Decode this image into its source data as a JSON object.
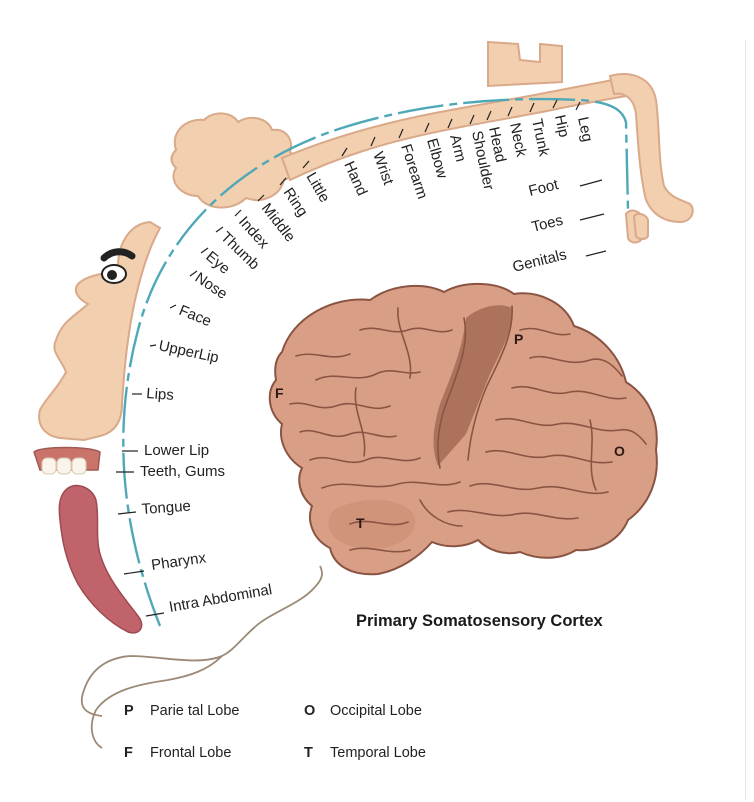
{
  "title": "Primary Somatosensory Cortex",
  "body_part_labels": [
    {
      "id": "leg",
      "text": "Leg"
    },
    {
      "id": "hip",
      "text": "Hip"
    },
    {
      "id": "trunk",
      "text": "Trunk"
    },
    {
      "id": "neck",
      "text": "Neck"
    },
    {
      "id": "head",
      "text": "Head"
    },
    {
      "id": "shoulder",
      "text": "Shoulder"
    },
    {
      "id": "arm",
      "text": "Arm"
    },
    {
      "id": "elbow",
      "text": "Elbow"
    },
    {
      "id": "forearm",
      "text": "Forearm"
    },
    {
      "id": "wrist",
      "text": "Wrist"
    },
    {
      "id": "hand",
      "text": "Hand"
    },
    {
      "id": "little",
      "text": "Little"
    },
    {
      "id": "ring",
      "text": "Ring"
    },
    {
      "id": "middle",
      "text": "Middle"
    },
    {
      "id": "index",
      "text": "Index"
    },
    {
      "id": "thumb",
      "text": "Thumb"
    },
    {
      "id": "eye",
      "text": "Eye"
    },
    {
      "id": "nose",
      "text": "Nose"
    },
    {
      "id": "face",
      "text": "Face"
    },
    {
      "id": "upper-lip",
      "text": "UpperLip"
    },
    {
      "id": "lips",
      "text": "Lips"
    },
    {
      "id": "lower-lip",
      "text": "Lower Lip"
    },
    {
      "id": "teeth-gums",
      "text": "Teeth, Gums"
    },
    {
      "id": "tongue",
      "text": "Tongue"
    },
    {
      "id": "pharynx",
      "text": "Pharynx"
    },
    {
      "id": "intra-abdominal",
      "text": "Intra Abdominal"
    },
    {
      "id": "foot",
      "text": "Foot"
    },
    {
      "id": "toes",
      "text": "Toes"
    },
    {
      "id": "genitals",
      "text": "Genitals"
    }
  ],
  "brain_letters": {
    "p": "P",
    "f": "F",
    "o": "O",
    "t": "T"
  },
  "legend": [
    {
      "key": "P",
      "name": "Parie tal Lobe"
    },
    {
      "key": "O",
      "name": "Occipital Lobe"
    },
    {
      "key": "F",
      "name": "Frontal Lobe"
    },
    {
      "key": "T",
      "name": "Temporal Lobe"
    }
  ],
  "colors": {
    "skin": "#f2cfae",
    "skin_outline": "#d9a98a",
    "brain": "#d99f86",
    "brain_dark": "#b97d66",
    "brain_outline": "#8a5443",
    "somatosensory_strip": "#a46a55",
    "tongue": "#c0636a",
    "arc": "#4fa8b8",
    "bracket": "#9b8a76"
  }
}
